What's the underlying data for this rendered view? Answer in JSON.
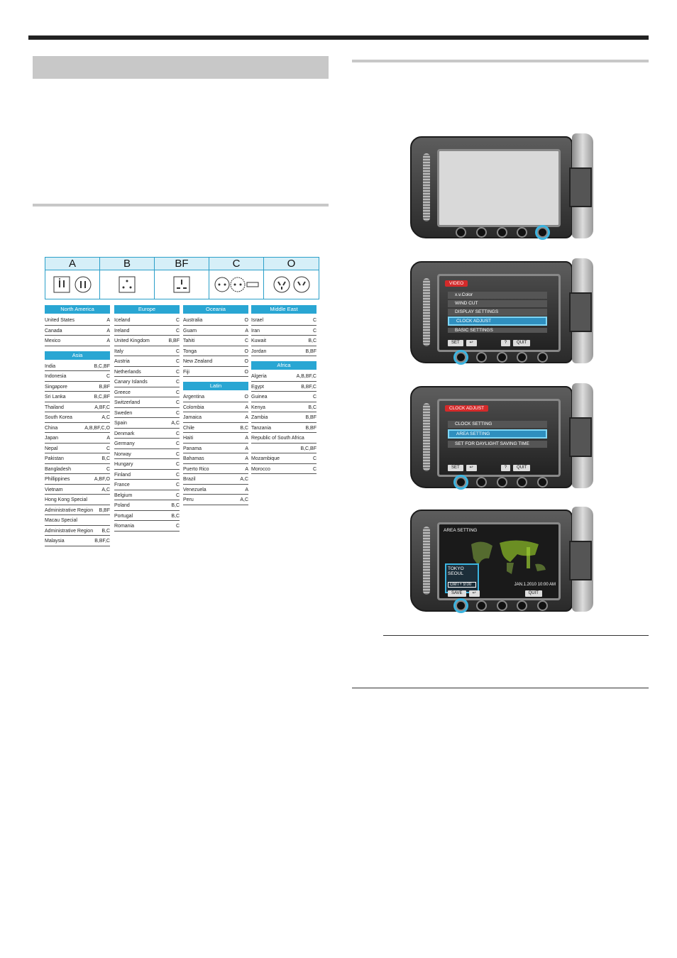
{
  "plug_types": [
    "A",
    "B",
    "BF",
    "C",
    "O"
  ],
  "regions": {
    "north_america": {
      "title": "North America",
      "rows": [
        [
          "United States",
          "A"
        ],
        [
          "Canada",
          "A"
        ],
        [
          "Mexico",
          "A"
        ]
      ]
    },
    "asia": {
      "title": "Asia",
      "rows": [
        [
          "India",
          "B,C,BF"
        ],
        [
          "Indonesia",
          "C"
        ],
        [
          "Singapore",
          "B,BF"
        ],
        [
          "Sri Lanka",
          "B,C,BF"
        ],
        [
          "Thailand",
          "A,BF,C"
        ],
        [
          "South Korea",
          "A,C"
        ],
        [
          "China",
          "A,B,BF,C,O"
        ],
        [
          "Japan",
          "A"
        ],
        [
          "Nepal",
          "C"
        ],
        [
          "Pakistan",
          "B,C"
        ],
        [
          "Bangladesh",
          "C"
        ],
        [
          "Phillippines",
          "A,BF,O"
        ],
        [
          "Vietnam",
          "A,C"
        ],
        [
          "Hong Kong Special",
          ""
        ],
        [
          "Administrative Region",
          "B,BF"
        ],
        [
          "Macau Special",
          ""
        ],
        [
          "Administrative Region",
          "B,C"
        ],
        [
          "Malaysia",
          "B,BF,C"
        ]
      ]
    },
    "europe": {
      "title": "Europe",
      "rows": [
        [
          "Iceland",
          "C"
        ],
        [
          "Ireland",
          "C"
        ],
        [
          "United Kingdom",
          "B,BF"
        ],
        [
          "Italy",
          "C"
        ],
        [
          "Austria",
          "C"
        ],
        [
          "Netherlands",
          "C"
        ],
        [
          "Canary Islands",
          "C"
        ],
        [
          "Greece",
          "C"
        ],
        [
          "Switzerland",
          "C"
        ],
        [
          "Sweden",
          "C"
        ],
        [
          "Spain",
          "A,C"
        ],
        [
          "Denmark",
          "C"
        ],
        [
          "Germany",
          "C"
        ],
        [
          "Norway",
          "C"
        ],
        [
          "Hungary",
          "C"
        ],
        [
          "Finland",
          "C"
        ],
        [
          "France",
          "C"
        ],
        [
          "Belgium",
          "C"
        ],
        [
          "Poland",
          "B,C"
        ],
        [
          "Portugal",
          "B,C"
        ],
        [
          "Romania",
          "C"
        ]
      ]
    },
    "oceania": {
      "title": "Oceania",
      "rows": [
        [
          "Australia",
          "O"
        ],
        [
          "Guam",
          "A"
        ],
        [
          "Tahiti",
          "C"
        ],
        [
          "Tonga",
          "O"
        ],
        [
          "New Zealand",
          "O"
        ],
        [
          "Fiji",
          "O"
        ]
      ]
    },
    "latin": {
      "title": "Latin",
      "rows": [
        [
          "Argentina",
          "O"
        ],
        [
          "Colombia",
          "A"
        ],
        [
          "Jamaica",
          "A"
        ],
        [
          "Chile",
          "B,C"
        ],
        [
          "Haiti",
          "A"
        ],
        [
          "Panama",
          "A"
        ],
        [
          "Bahamas",
          "A"
        ],
        [
          "Puerto Rico",
          "A"
        ],
        [
          "Brazil",
          "A,C"
        ],
        [
          "Venezuela",
          "A"
        ],
        [
          "Peru",
          "A,C"
        ]
      ]
    },
    "middle_east": {
      "title": "Middle East",
      "rows": [
        [
          "Israel",
          "C"
        ],
        [
          "Iran",
          "C"
        ],
        [
          "Kuwait",
          "B,C"
        ],
        [
          "Jordan",
          "B,BF"
        ]
      ]
    },
    "africa": {
      "title": "Africa",
      "rows": [
        [
          "Algeria",
          "A,B,BF,C"
        ],
        [
          "Egypt",
          "B,BF,C"
        ],
        [
          "Guinea",
          "C"
        ],
        [
          "Kenya",
          "B,C"
        ],
        [
          "Zambia",
          "B,BF"
        ],
        [
          "Tanzania",
          "B,BF"
        ],
        [
          "Republic of South Africa",
          ""
        ],
        [
          "",
          "B,C,BF"
        ],
        [
          "Mozambique",
          "C"
        ],
        [
          "Morocco",
          "C"
        ]
      ]
    }
  },
  "screens": {
    "menu1": {
      "title": "VIDEO",
      "items": [
        "x.v.Color",
        "WIND CUT",
        "DISPLAY SETTINGS",
        "CLOCK ADJUST",
        "BASIC SETTINGS"
      ],
      "selected": "CLOCK ADJUST",
      "buttons": [
        "SET",
        "↩",
        "?",
        "QUIT"
      ]
    },
    "menu2": {
      "title": "CLOCK ADJUST",
      "items": [
        "CLOCK SETTING",
        "AREA SETTING",
        "SET FOR DAYLIGHT SAVING TIME"
      ],
      "selected": "AREA SETTING",
      "buttons": [
        "SET",
        "↩",
        "?",
        "QUIT"
      ]
    },
    "area": {
      "title": "AREA SETTING",
      "city1": "TOKYO",
      "city2": "SEOUL",
      "gmt": "GMT+ 9:00",
      "date": "JAN.1.2010 10:00 AM",
      "buttons": [
        "SAVE",
        "↩",
        "QUIT"
      ]
    }
  },
  "colors": {
    "accent": "#29a6d3",
    "bar": "#c8c8c8"
  }
}
